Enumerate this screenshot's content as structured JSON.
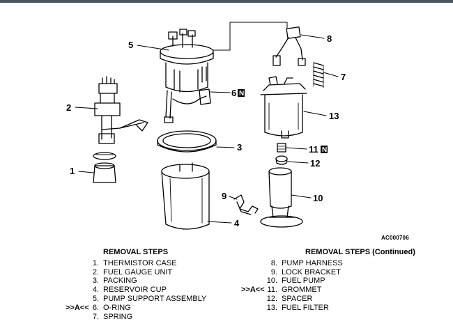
{
  "callouts": {
    "c1": "1",
    "c2": "2",
    "c3": "3",
    "c4": "4",
    "c5": "5",
    "c6": "6",
    "c7": "7",
    "c8": "8",
    "c9": "9",
    "c10": "10",
    "c11": "11",
    "c12": "12",
    "c13": "13",
    "n_badge": "N"
  },
  "figure_id": "AC000706",
  "left_list": {
    "heading": "REMOVAL STEPS",
    "steps": [
      {
        "mark": "",
        "num": "1.",
        "text": "THERMISTOR CASE"
      },
      {
        "mark": "",
        "num": "2.",
        "text": "FUEL GAUGE UNIT"
      },
      {
        "mark": "",
        "num": "3.",
        "text": "PACKING"
      },
      {
        "mark": "",
        "num": "4.",
        "text": "RESERVOIR CUP"
      },
      {
        "mark": "",
        "num": "5.",
        "text": "PUMP SUPPORT ASSEMBLY"
      },
      {
        "mark": ">>A<<",
        "num": "6.",
        "text": "O-RING"
      },
      {
        "mark": "",
        "num": "7.",
        "text": "SPRING"
      }
    ]
  },
  "right_list": {
    "heading": "REMOVAL STEPS (Continued)",
    "steps": [
      {
        "mark": "",
        "num": "8.",
        "text": "PUMP HARNESS"
      },
      {
        "mark": "",
        "num": "9.",
        "text": "LOCK BRACKET"
      },
      {
        "mark": "",
        "num": "10.",
        "text": "FUEL PUMP"
      },
      {
        "mark": ">>A<<",
        "num": "11.",
        "text": "GROMMET"
      },
      {
        "mark": "",
        "num": "12.",
        "text": "SPACER"
      },
      {
        "mark": "",
        "num": "13.",
        "text": "FUEL FILTER"
      }
    ]
  }
}
